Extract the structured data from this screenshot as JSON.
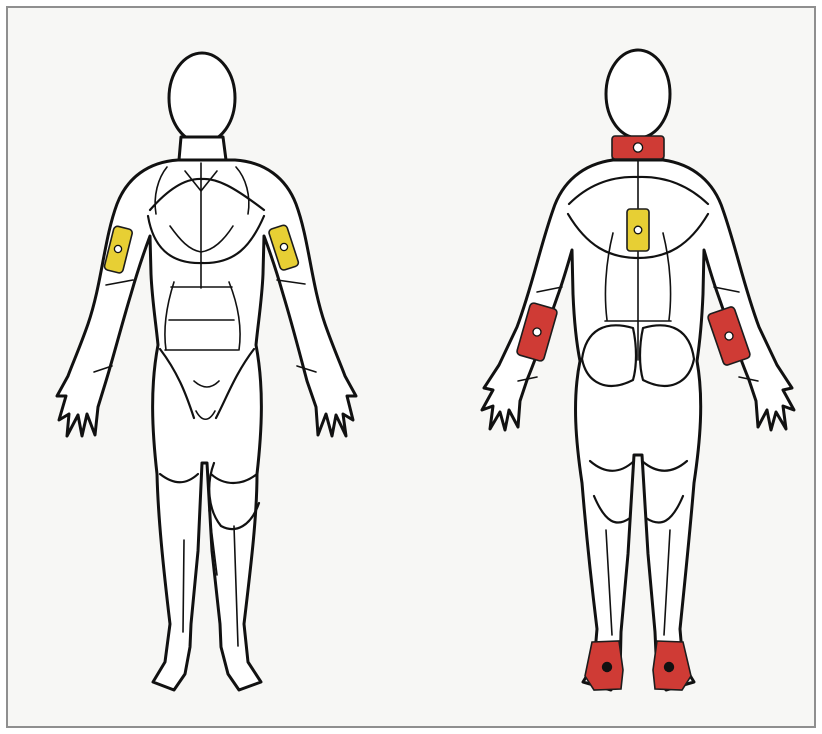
{
  "colors": {
    "background": "#ffffff",
    "panel": "#f7f7f5",
    "frame": "#8f8f8f",
    "outline": "#111111",
    "sensor_yellow": "#e7cf34",
    "sensor_red": "#cf3b35"
  },
  "figures": [
    {
      "view": "front",
      "sensors": [
        {
          "location": "right-upper-arm",
          "color": "yellow"
        },
        {
          "location": "left-upper-arm",
          "color": "yellow"
        }
      ]
    },
    {
      "view": "back",
      "sensors": [
        {
          "location": "neck",
          "color": "red"
        },
        {
          "location": "upper-back",
          "color": "yellow"
        },
        {
          "location": "left-forearm",
          "color": "red"
        },
        {
          "location": "right-forearm",
          "color": "red"
        },
        {
          "location": "left-foot",
          "color": "red"
        },
        {
          "location": "right-foot",
          "color": "red"
        }
      ]
    }
  ]
}
